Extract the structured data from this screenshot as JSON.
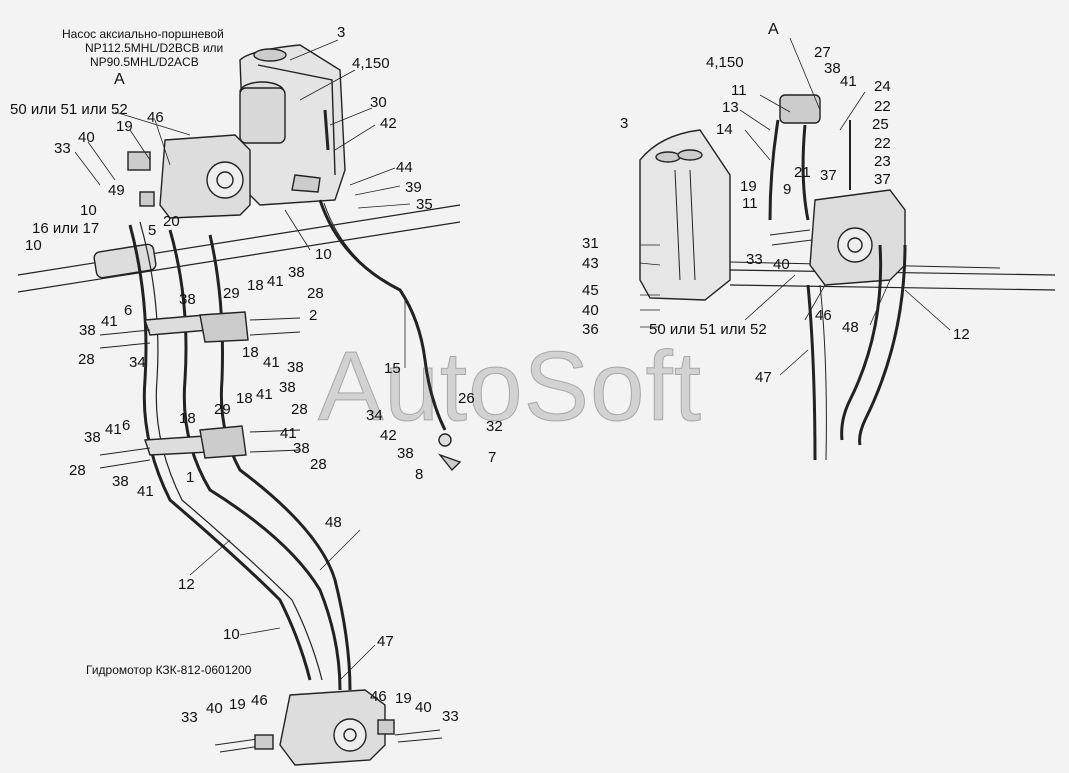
{
  "captions": {
    "pump_line1": "Насос аксиально-поршневой",
    "pump_line2": "NP112.5MHL/D2BCB или",
    "pump_line3": "NP90.5MHL/D2ACB",
    "motor": "Гидромотор КЗК-812-0601200",
    "view_a_left": "А",
    "view_a_right": "А"
  },
  "watermark": "AutoSoft",
  "callouts": [
    "3",
    "4,150",
    "30",
    "42",
    "44",
    "39",
    "35",
    "10",
    "50 или 51 или 52",
    "19",
    "46",
    "40",
    "33",
    "49",
    "20",
    "10",
    "16 или 17",
    "5",
    "10",
    "29",
    "18",
    "41",
    "38",
    "28",
    "2",
    "6",
    "41",
    "38",
    "28",
    "38",
    "18",
    "41",
    "38",
    "34",
    "15",
    "26",
    "32",
    "34",
    "42",
    "38",
    "8",
    "7",
    "29",
    "18",
    "41",
    "38",
    "28",
    "6",
    "41",
    "38",
    "28",
    "18",
    "41",
    "38",
    "28",
    "1",
    "38",
    "41",
    "48",
    "12",
    "10",
    "47",
    "46",
    "19",
    "40",
    "33",
    "33",
    "40",
    "19",
    "46",
    "27",
    "38",
    "41",
    "4,150",
    "11",
    "13",
    "14",
    "3",
    "24",
    "22",
    "25",
    "22",
    "23",
    "37",
    "21",
    "37",
    "19",
    "9",
    "11",
    "31",
    "43",
    "33",
    "40",
    "45",
    "40",
    "36",
    "50 или 51 или 52",
    "46",
    "48",
    "12",
    "47"
  ]
}
